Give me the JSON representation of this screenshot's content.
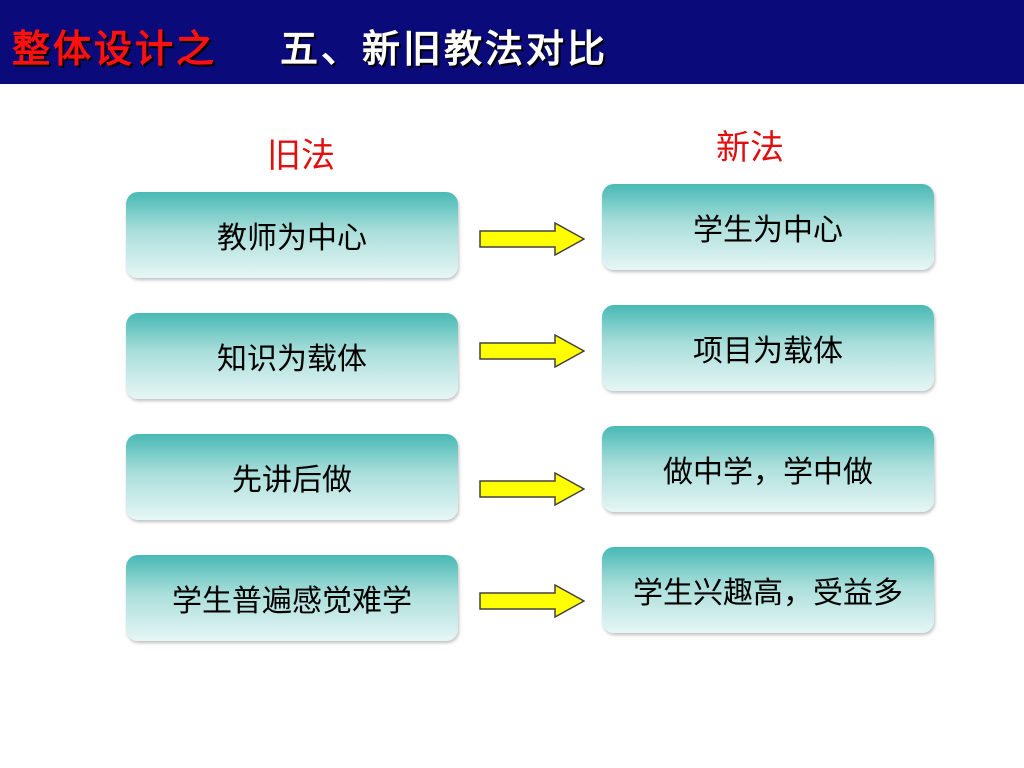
{
  "header": {
    "title_prefix": "整体设计之",
    "title_main": "五、新旧教法对比"
  },
  "columns": {
    "old_title": "旧法",
    "new_title": "新法"
  },
  "rows": [
    {
      "old": "教师为中心",
      "new": "学生为中心"
    },
    {
      "old": "知识为载体",
      "new": "项目为载体"
    },
    {
      "old": "先讲后做",
      "new": "做中学，学中做"
    },
    {
      "old": "学生普遍感觉难学",
      "new": "学生兴趣高，受益多"
    }
  ],
  "colors": {
    "header_bg": "#0a0a7a",
    "accent_red": "#ff1010",
    "box_teal": "#48b9b5",
    "arrow_fill": "#ffff00"
  }
}
